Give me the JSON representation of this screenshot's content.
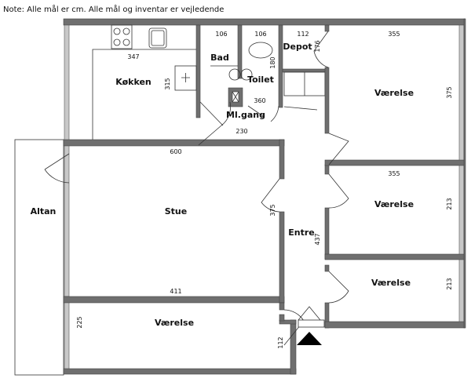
{
  "note": "Note: Alle mål er cm. Alle mål og inventar er vejledende",
  "rooms": {
    "kitchen": "Køkken",
    "bath": "Bad",
    "toilet": "Toilet",
    "depot": "Depot",
    "hall": "Ml.gang",
    "room_top_right": "Værelse",
    "living": "Stue",
    "balcony": "Altan",
    "entry": "Entre",
    "room_mid_right": "Værelse",
    "room_bottom_right": "Værelse",
    "room_bottom_left": "Værelse"
  },
  "dimensions": {
    "kitchen_width": "347",
    "kitchen_depth": "315",
    "bath_width": "106",
    "toilet_width": "106",
    "toilet_depth": "180",
    "depot_width": "112",
    "depot_depth": "176",
    "hall_depth": "360",
    "hall_width": "230",
    "room_top_right_width": "355",
    "room_top_right_depth": "375",
    "living_width": "600",
    "living_depth": "375",
    "entry_depth": "437",
    "room_mid_right_width": "355",
    "room_mid_right_depth": "213",
    "room_bottom_right_depth": "213",
    "room_bottom_left_width": "411",
    "room_bottom_left_depth": "225",
    "entry_nook": "112"
  }
}
